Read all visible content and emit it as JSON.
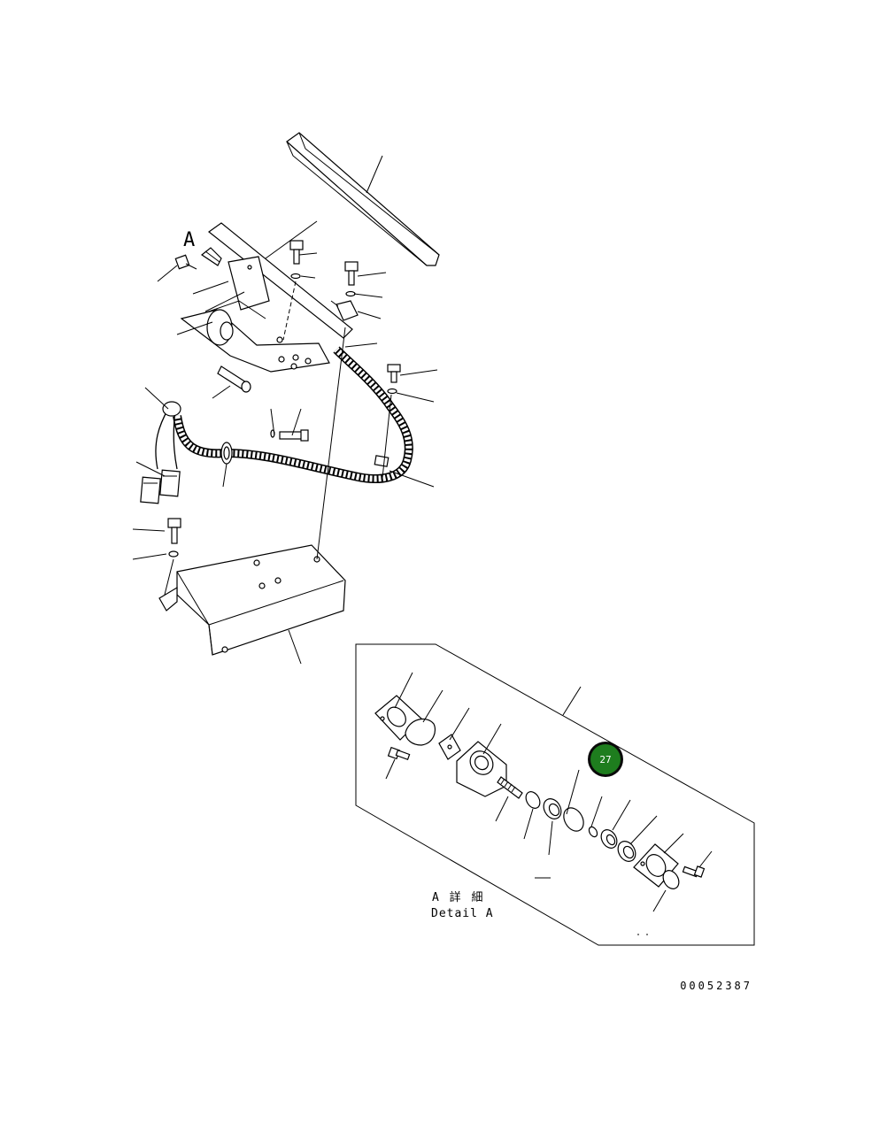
{
  "view_label": "A",
  "detail_label_jp": "A 詳 細",
  "detail_label_en": "Detail A",
  "drawing_number": "00052387",
  "hotspot": {
    "number": "27",
    "fill_color": "#1e7d1e",
    "ring_color": "#0a0a0a"
  }
}
